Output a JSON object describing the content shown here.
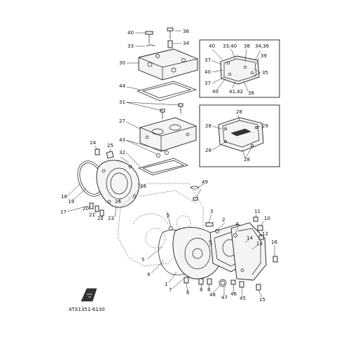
{
  "diagram": {
    "catalog_code": "4TX1351-6130",
    "callouts": [
      "1",
      "2",
      "3",
      "4",
      "5",
      "6",
      "7",
      "8",
      "9",
      "10",
      "11",
      "12",
      "13",
      "14",
      "15",
      "16",
      "17",
      "18",
      "19",
      "20",
      "21",
      "22",
      "23",
      "24",
      "25",
      "26",
      "27",
      "28",
      "29",
      "30",
      "31",
      "32",
      "33",
      "34",
      "35",
      "36",
      "37",
      "38",
      "39",
      "40",
      "41,42",
      "43",
      "44",
      "45",
      "46",
      "47",
      "48",
      "49",
      "33,40",
      "34,36"
    ],
    "labels": {
      "n40a": "40",
      "n36": "36",
      "n33": "33",
      "n34": "34",
      "n30": "30",
      "n44": "44",
      "n31": "31",
      "n27": "27",
      "n43": "43",
      "n32": "32",
      "n24": "24",
      "n25": "25",
      "n26": "26",
      "n18": "18",
      "n19": "19",
      "n17": "17",
      "n20": "20",
      "n21": "21",
      "n22": "22",
      "n23": "23",
      "n26b": "26",
      "n49": "49",
      "n5a": "5",
      "n3a": "3",
      "n11": "11",
      "n10": "10",
      "n12": "12",
      "n16": "16",
      "n2": "2",
      "n3b": "3",
      "n14": "14",
      "n13": "13",
      "n9": "9",
      "n5b": "5",
      "n4": "4",
      "n1": "1",
      "n7": "7",
      "n6": "6",
      "n8a": "8",
      "n8b": "8",
      "n48": "48",
      "n47": "47",
      "n46": "46",
      "n45": "45",
      "n15": "15",
      "i1_40": "40",
      "i1_3340": "33,40",
      "i1_38a": "38",
      "i1_3436": "34,36",
      "i1_37a": "37",
      "i1_39": "39",
      "i1_40b": "40",
      "i1_35": "35",
      "i1_37b": "37",
      "i1_40c": "40",
      "i1_4142": "41,42",
      "i1_38b": "38",
      "i2_28a": "28",
      "i2_28b": "28",
      "i2_29": "29",
      "i2_28c": "28",
      "i2_28d": "28"
    }
  }
}
